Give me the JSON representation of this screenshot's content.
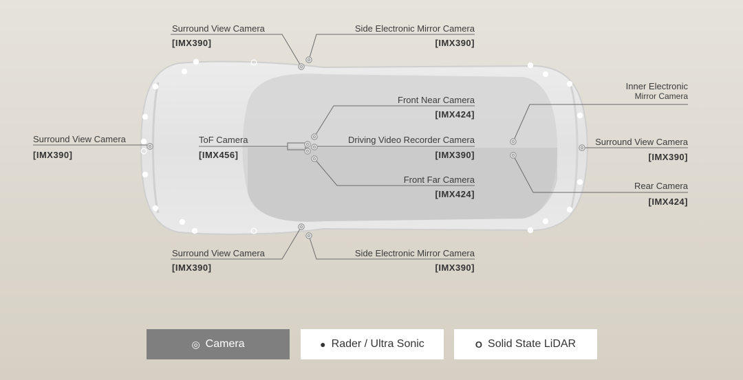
{
  "labels": {
    "surround_top": {
      "name": "Surround View Camera",
      "sensor": "[IMX390]"
    },
    "side_mirror_top": {
      "name": "Side Electronic Mirror Camera",
      "sensor": "[IMX390]"
    },
    "surround_front": {
      "name": "Surround View Camera",
      "sensor": "[IMX390]"
    },
    "tof": {
      "name": "ToF Camera",
      "sensor": "[IMX456]"
    },
    "front_near": {
      "name": "Front Near Camera",
      "sensor": "[IMX424]"
    },
    "driving_recorder": {
      "name": "Driving Video Recorder Camera",
      "sensor": "[IMX390]"
    },
    "front_far": {
      "name": "Front Far Camera",
      "sensor": "[IMX424]"
    },
    "inner_mirror": {
      "name_line1": "Inner Electronic",
      "name_line2": "Mirror Camera"
    },
    "surround_rear": {
      "name": "Surround View Camera",
      "sensor": "[IMX390]"
    },
    "rear": {
      "name": "Rear Camera",
      "sensor": "[IMX424]"
    },
    "surround_bottom": {
      "name": "Surround View Camera",
      "sensor": "[IMX390]"
    },
    "side_mirror_bottom": {
      "name": "Side Electronic Mirror Camera",
      "sensor": "[IMX390]"
    }
  },
  "legend": {
    "camera": {
      "icon": "camera-ring-icon",
      "glyph": "◎",
      "label": "Camera"
    },
    "radar": {
      "icon": "filled-dot-icon",
      "glyph": "●",
      "label": "Rader / Ultra Sonic"
    },
    "lidar": {
      "icon": "hollow-dot-icon",
      "glyph": "O",
      "label": "Solid State LiDAR"
    }
  },
  "colors": {
    "camera_bg": "#7f7f7f",
    "legend_bg": "#ffffff",
    "line": "#6a6a6a"
  }
}
